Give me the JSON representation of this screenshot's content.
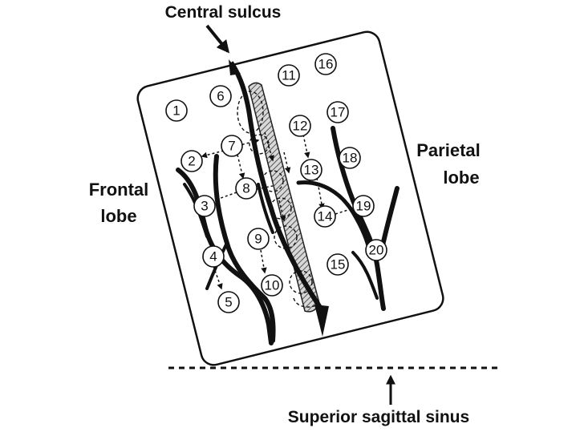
{
  "labels": {
    "central_sulcus": "Central sulcus",
    "frontal_lobe_line1": "Frontal",
    "frontal_lobe_line2": "lobe",
    "parietal_lobe_line1": "Parietal",
    "parietal_lobe_line2": "lobe",
    "superior_sagittal_sinus": "Superior sagittal sinus"
  },
  "electrodes": [
    "1",
    "2",
    "3",
    "4",
    "5",
    "6",
    "7",
    "8",
    "9",
    "10",
    "11",
    "12",
    "13",
    "14",
    "15",
    "16",
    "17",
    "18",
    "19",
    "20"
  ],
  "colors": {
    "ink": "#111111",
    "hatch": "#555555",
    "background": "#ffffff"
  }
}
